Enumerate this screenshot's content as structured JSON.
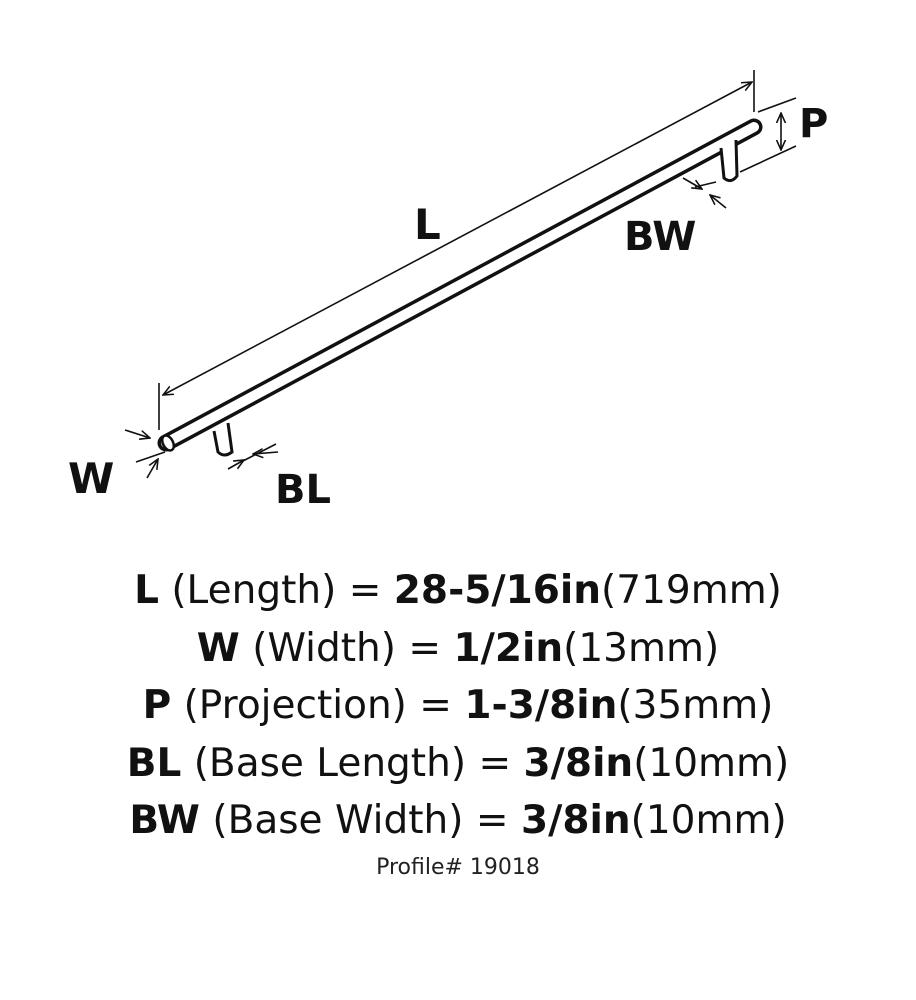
{
  "diagram": {
    "labels": {
      "length": "L",
      "width": "W",
      "projection": "P",
      "base_length": "BL",
      "base_width": "BW"
    }
  },
  "specs": [
    {
      "symbol": "L",
      "description": "(Length)",
      "equals": "=",
      "value": "28-5/16in",
      "metric": "(719mm)"
    },
    {
      "symbol": "W",
      "description": "(Width)",
      "equals": "=",
      "value": "1/2in",
      "metric": "(13mm)"
    },
    {
      "symbol": "P",
      "description": "(Projection)",
      "equals": "=",
      "value": "1-3/8in",
      "metric": "(35mm)"
    },
    {
      "symbol": "BL",
      "description": "(Base Length)",
      "equals": "=",
      "value": "3/8in",
      "metric": "(10mm)"
    },
    {
      "symbol": "BW",
      "description": "(Base Width)",
      "equals": "=",
      "value": "3/8in",
      "metric": "(10mm)"
    }
  ],
  "profile": "Profile# 19018",
  "colors": {
    "ink": "#111111",
    "background": "#ffffff"
  }
}
